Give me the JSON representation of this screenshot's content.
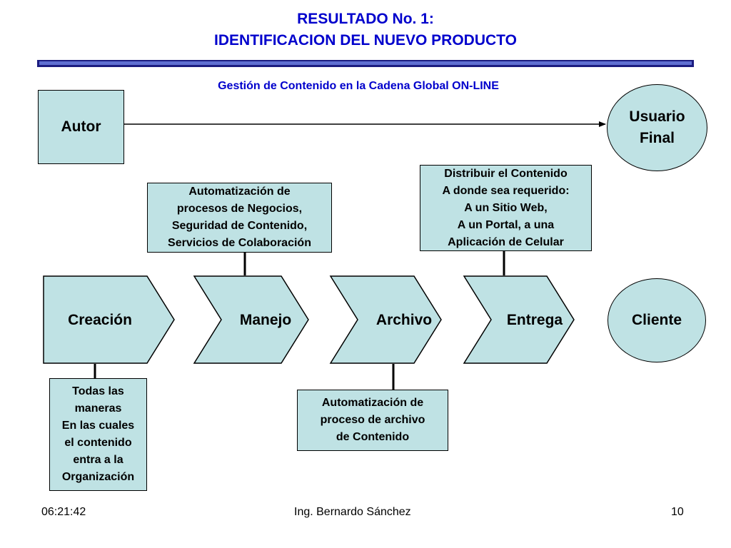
{
  "slide": {
    "title_line1": "RESULTADO No. 1:",
    "title_line2": "IDENTIFICACION DEL NUEVO PRODUCTO",
    "subtitle": "Gestión de Contenido en la Cadena Global ON-LINE"
  },
  "diagram": {
    "autor": "Autor",
    "usuario_final": "Usuario\nFinal",
    "process_steps": [
      "Creación",
      "Manejo",
      "Archivo",
      "Entrega"
    ],
    "cliente": "Cliente",
    "notes": {
      "manejo": "Automatización de\nprocesos de Negocios,\nSeguridad de Contenido,\nServicios de Colaboración",
      "entrega": "Distribuir el Contenido\nA donde sea requerido:\nA un Sitio Web,\nA un Portal, a una\nAplicación de Celular",
      "creacion": "Todas las\nmaneras\nEn las cuales\nel contenido\nentra a la\nOrganización",
      "archivo": "Automatización de\nproceso de archivo\nde Contenido"
    }
  },
  "footer": {
    "time": "06:21:42",
    "author": "Ing. Bernardo Sánchez",
    "page": "10"
  },
  "colors": {
    "title": "#0000cc",
    "shape_fill": "#bfe2e4",
    "rule_dark": "#1c1c80",
    "rule_light": "#5f6fd2"
  }
}
